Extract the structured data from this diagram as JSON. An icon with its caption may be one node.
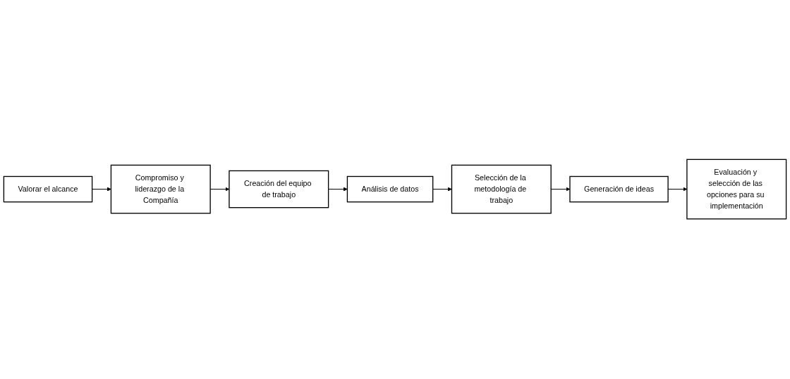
{
  "diagram": {
    "nodes": [
      {
        "text": [
          "Valorar el alcance"
        ]
      },
      {
        "text": [
          "Compromiso y liderazgo de la Compañía"
        ]
      },
      {
        "text": [
          "Creación del equipo de trabajo"
        ]
      },
      {
        "text": [
          "Análisis de datos"
        ]
      },
      {
        "text": [
          "Selección de la metodología de trabajo"
        ]
      },
      {
        "text": [
          "Generación de ideas"
        ]
      },
      {
        "text": [
          "Evaluación y selección de las opciones para su implementación"
        ]
      }
    ],
    "edges": [
      {
        "from": 0,
        "to": 1,
        "arrow": "to"
      },
      {
        "from": 1,
        "to": 2,
        "arrow": "to"
      },
      {
        "from": 2,
        "to": 3,
        "arrow": "to"
      },
      {
        "from": 3,
        "to": 4,
        "arrow": "to"
      },
      {
        "from": 4,
        "to": 5,
        "arrow": "to"
      },
      {
        "from": 5,
        "to": 6,
        "arrow": "to"
      }
    ]
  }
}
